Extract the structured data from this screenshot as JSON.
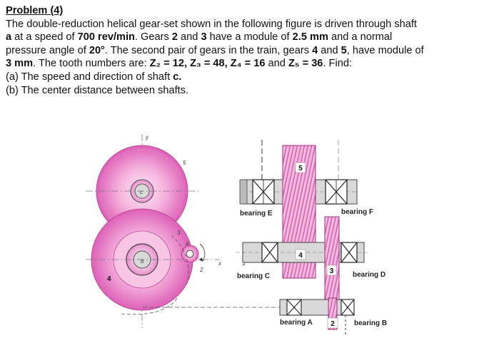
{
  "problem": {
    "title": "Problem (4)",
    "intro_1": "The double-reduction helical gear-set shown in the following figure is driven through shaft",
    "intro_2a": "a",
    "intro_2b": " at a speed of ",
    "intro_2c": "700 rev/min",
    "intro_2d": ". Gears ",
    "intro_2e": "2",
    "intro_2f": " and ",
    "intro_2g": "3",
    "intro_2h": " have a module of ",
    "intro_2i": "2.5 mm",
    "intro_2j": " and a normal",
    "intro_3a": "pressure angle of ",
    "intro_3b": "20°",
    "intro_3c": ". The second pair of gears in the train, gears ",
    "intro_3d": "4",
    "intro_3e": " and ",
    "intro_3f": "5",
    "intro_3g": ", have module of",
    "intro_4a": "3 mm",
    "intro_4b": ". The tooth numbers are: ",
    "intro_4c": "Z₂ = 12, Z₃ = 48, Z₄ = 16",
    "intro_4d": " and ",
    "intro_4e": "Z₅ = 36",
    "intro_4f": ". Find:",
    "q_a_text": "(a) The speed and direction of shaft ",
    "q_a_shaft": "c.",
    "q_b": "(b) The center distance between shafts."
  },
  "figure": {
    "gear_labels": {
      "g2": "2",
      "g3": "3",
      "g4": "4",
      "g5": "5"
    },
    "axis_labels": {
      "y": "y",
      "x": "x",
      "z": "z",
      "a": "a",
      "b": "b",
      "c": "c"
    },
    "bearings": {
      "E": "bearing E",
      "F": "bearing F",
      "C": "bearing C",
      "D": "bearing D",
      "A": "bearing A",
      "B": "bearing B"
    }
  },
  "colors": {
    "gear_pink": "#e070c0",
    "gear_light": "#f4b8e0",
    "hatch": "#222222"
  }
}
